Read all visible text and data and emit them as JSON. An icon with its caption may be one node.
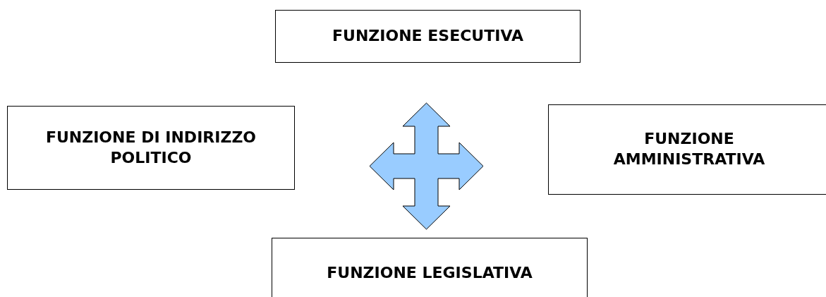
{
  "diagram": {
    "nodes": [
      {
        "text": [
          "FUNZIONE ESECUTIVA"
        ]
      },
      {
        "text": [
          "FUNZIONE DI INDIRIZZO POLITICO"
        ]
      },
      {
        "text": [
          "FUNZIONE AMMINISTRATIVA"
        ]
      },
      {
        "text": [
          "FUNZIONE LEGISLATIVA"
        ]
      }
    ]
  }
}
